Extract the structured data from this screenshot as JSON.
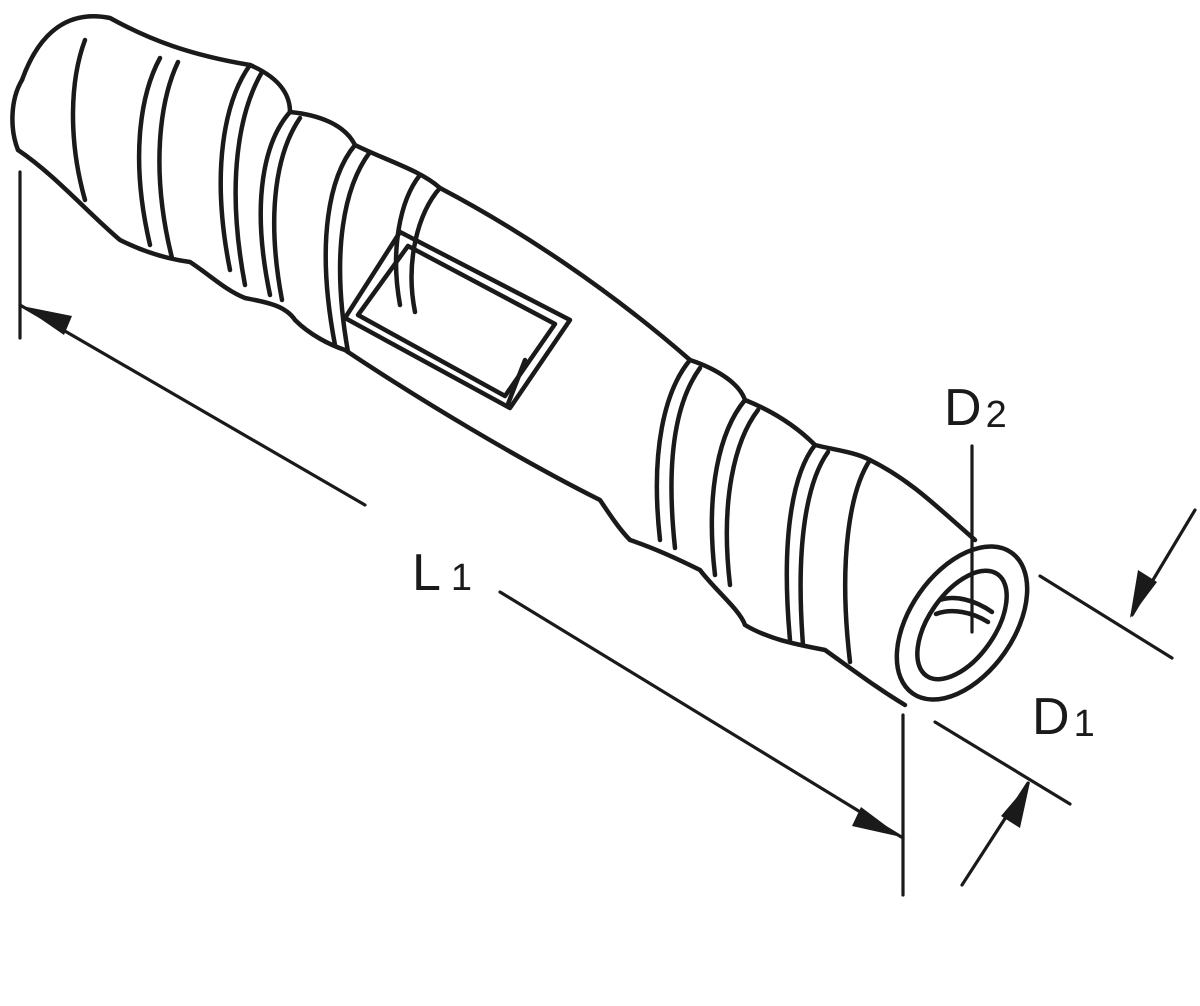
{
  "diagram": {
    "labels": {
      "length": {
        "main": "L",
        "sub": "1"
      },
      "outer_diameter": {
        "main": "D",
        "sub": "1"
      },
      "inner_diameter": {
        "main": "D",
        "sub": "2"
      }
    },
    "colors": {
      "line": "#1a1a1a",
      "background": "#ffffff"
    }
  }
}
